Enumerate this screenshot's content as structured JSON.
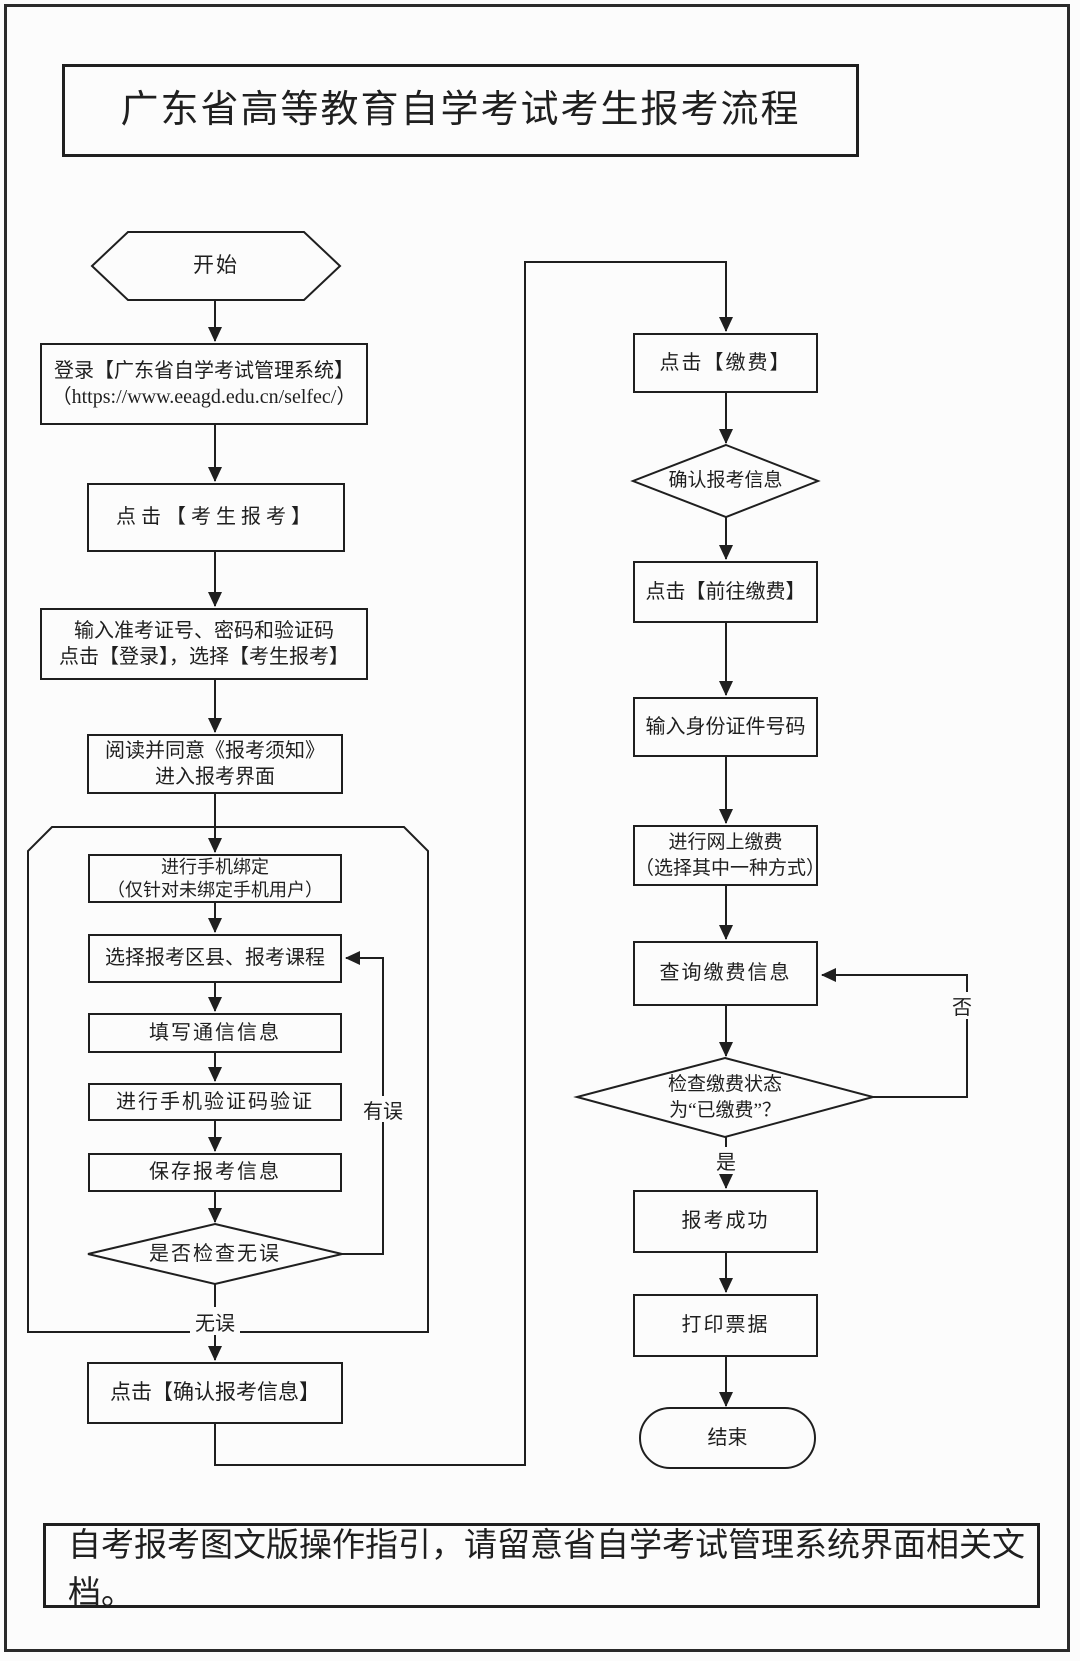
{
  "page": {
    "title": "广东省高等教育自学考试考生报考流程",
    "footer_note": "自考报考图文版操作指引，请留意省自学考试管理系统界面相关文档。"
  },
  "colors": {
    "ink": "#1f1f1f",
    "background": "#fcfcfc"
  },
  "flow": {
    "start": "开始",
    "login_line1": "登录【广东省自学考试管理系统】",
    "login_line2": "（https://www.eeagd.edu.cn/selfec/）",
    "click_register": "点击【考生报考】",
    "input_line1": "输入准考证号、密码和验证码",
    "input_line2": "点击【登录】，选择【考生报考】",
    "read_line1": "阅读并同意《报考须知》",
    "read_line2": "进入报考界面",
    "bind_line1": "进行手机绑定",
    "bind_line2": "（仅针对未绑定手机用户）",
    "select_course": "选择报考区县、报考课程",
    "fill_contact": "填写通信信息",
    "verify_sms": "进行手机验证码验证",
    "save_info": "保存报考信息",
    "check_decision": "是否检查无误",
    "label_error": "有误",
    "label_ok": "无误",
    "confirm_info": "点击【确认报考信息】",
    "click_pay": "点击【缴费】",
    "confirm_decision": "确认报考信息",
    "goto_pay": "点击【前往缴费】",
    "input_id": "输入身份证件号码",
    "pay_online_line1": "进行网上缴费",
    "pay_online_line2": "（选择其中一种方式）",
    "query_pay": "查询缴费信息",
    "pay_status_line1": "检查缴费状态",
    "pay_status_line2": "为“已缴费”？",
    "label_no": "否",
    "label_yes": "是",
    "success": "报考成功",
    "print_receipt": "打印票据",
    "end": "结束"
  }
}
